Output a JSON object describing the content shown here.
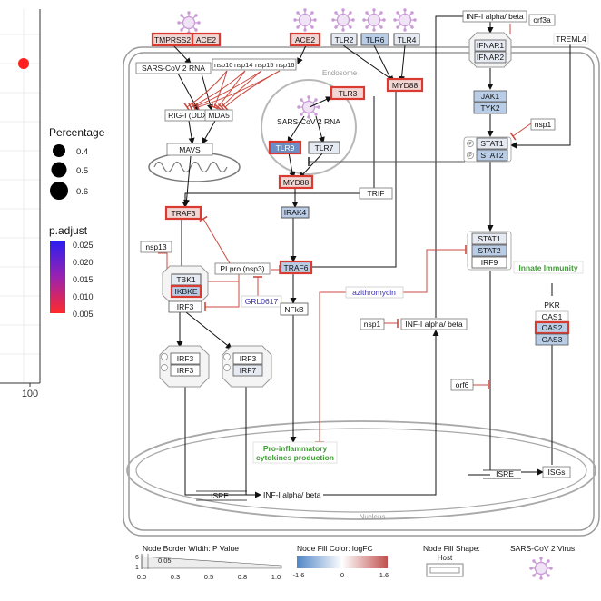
{
  "left_panel": {
    "axis_tick": "100",
    "percentage_title": "Percentage",
    "percentage_levels": [
      "0.4",
      "0.5",
      "0.6"
    ],
    "padjust_title": "p.adjust",
    "padjust_ticks": [
      "0.025",
      "0.020",
      "0.015",
      "0.010",
      "0.005"
    ],
    "gradient_top": "#2a1ef0",
    "gradient_bottom": "#ff2a2a"
  },
  "virus_labels": {
    "tmprss2": "TMPRSS2",
    "ace2_a": "ACE2",
    "ace2_b": "ACE2",
    "tlr2": "TLR2",
    "tlr6": "TLR6",
    "tlr4": "TLR4"
  },
  "nodes": {
    "sars_rna": "SARS-CoV 2 RNA",
    "nsp10": "nsp10",
    "nsp14": "nsp14",
    "nsp15": "nsp15",
    "nsp16": "nsp16",
    "endosome": "Endosome",
    "rig_i": "RIG-I (DDX58)",
    "mda5": "MDA5",
    "mavs": "MAVS",
    "tlr3": "TLR3",
    "endo_rna": "SARS-CoV 2 RNA",
    "tlr9": "TLR9",
    "tlr7": "TLR7",
    "myd88_endo": "MYD88",
    "myd88_top": "MYD88",
    "trif": "TRIF",
    "traf3": "TRAF3",
    "irak4": "IRAK4",
    "nsp13": "nsp13",
    "tbk1": "TBK1",
    "ikbke": "IKBKE",
    "plpro": "PLpro (nsp3)",
    "traf6": "TRAF6",
    "grl0617": "GRL0617",
    "azithromycin": "azithromycin",
    "irf3": "IRF3",
    "nfkb": "NFkB",
    "irf3_a": "IRF3",
    "irf3_b": "IRF3",
    "irf3_c": "IRF3",
    "irf7": "IRF7",
    "cytokines_1": "Pro-inflammatory",
    "cytokines_2": "cytokines production",
    "isre_left": "ISRE",
    "inf_nuc": "INF-I alpha/ beta",
    "nucleus": "Nucleus",
    "inf_top": "INF-I alpha/ beta",
    "orf3a": "orf3a",
    "ifnar1": "IFNAR1",
    "ifnar2": "IFNAR2",
    "treml4": "TREML4",
    "jak1": "JAK1",
    "tyk2": "TYK2",
    "nsp1_a": "nsp1",
    "stat1_a": "STAT1",
    "stat2_a": "STAT2",
    "stat1_b": "STAT1",
    "stat2_b": "STAT2",
    "irf9": "IRF9",
    "innate": "Innate Immunity",
    "pkr": "PKR",
    "oas1": "OAS1",
    "oas2": "OAS2",
    "oas3": "OAS3",
    "nsp1_b": "nsp1",
    "inf_mid": "INF-I alpha/ beta",
    "orf6": "orf6",
    "isre_right": "ISRE",
    "isgs": "ISGs",
    "p": "P"
  },
  "legend": {
    "border_title": "Node Border Width:  P Value",
    "border_y6": "6",
    "border_y1": "1",
    "border_val": "0.05",
    "border_ticks": [
      "0.0",
      "0.3",
      "0.5",
      "0.8",
      "1.0"
    ],
    "fill_title": "Node Fill Color: logFC",
    "fill_ticks": [
      "-1.6",
      "0",
      "1.6"
    ],
    "shape_title": "Node Fill Shape:",
    "shape_host": "Host",
    "virus_title": "SARS-CoV 2 Virus"
  },
  "colors": {
    "red_border": "#d93a32",
    "blue_fill": "#b9cde6",
    "dark_blue_fill": "#6b8fc4",
    "light_fill": "#e6eaf2",
    "pink_fill": "#f2d6d3",
    "virus": "#c99ad6",
    "green_text": "#3f9c35",
    "purple_text": "#3a2fb0",
    "inhibit": "#cc4a40"
  }
}
